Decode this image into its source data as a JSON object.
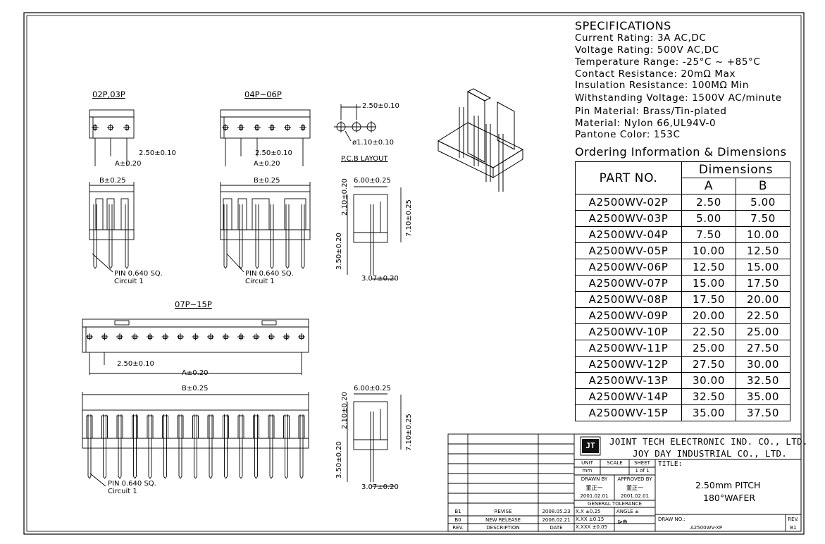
{
  "specs": {
    "title": "SPECIFICATIONS",
    "lines": [
      "Current  Rating: 3A AC,DC",
      "Voltage  Rating: 500V AC,DC",
      "Temperature Range: -25°C ~ +85°C",
      "Contact Resistance: 20mΩ Max",
      "Insulation Resistance: 100MΩ Min",
      "Withstanding Voltage: 1500V AC/minute",
      "Pin Material: Brass/Tin-plated",
      "Material: Nylon 66,UL94V-0",
      "Pantone Color: 153C"
    ]
  },
  "ordering": {
    "title": "Ordering Information & Dimensions",
    "header_part": "PART NO.",
    "header_dim": "Dimensions",
    "header_a": "A",
    "header_b": "B",
    "rows": [
      {
        "part": "A2500WV-02P",
        "a": "2.50",
        "b": "5.00"
      },
      {
        "part": "A2500WV-03P",
        "a": "5.00",
        "b": "7.50"
      },
      {
        "part": "A2500WV-04P",
        "a": "7.50",
        "b": "10.00"
      },
      {
        "part": "A2500WV-05P",
        "a": "10.00",
        "b": "12.50"
      },
      {
        "part": "A2500WV-06P",
        "a": "12.50",
        "b": "15.00"
      },
      {
        "part": "A2500WV-07P",
        "a": "15.00",
        "b": "17.50"
      },
      {
        "part": "A2500WV-08P",
        "a": "17.50",
        "b": "20.00"
      },
      {
        "part": "A2500WV-09P",
        "a": "20.00",
        "b": "22.50"
      },
      {
        "part": "A2500WV-10P",
        "a": "22.50",
        "b": "25.00"
      },
      {
        "part": "A2500WV-11P",
        "a": "25.00",
        "b": "27.50"
      },
      {
        "part": "A2500WV-12P",
        "a": "27.50",
        "b": "30.00"
      },
      {
        "part": "A2500WV-13P",
        "a": "30.00",
        "b": "32.50"
      },
      {
        "part": "A2500WV-14P",
        "a": "32.50",
        "b": "35.00"
      },
      {
        "part": "A2500WV-15P",
        "a": "35.00",
        "b": "37.50"
      }
    ]
  },
  "views": {
    "v1_title": "02P,03P",
    "v2_title": "04P~06P",
    "v3_title": "07P~15P",
    "pitch": "2.50±0.10",
    "dim_a": "A±0.20",
    "dim_b": "B±0.25",
    "pin_note_1": "PIN 0.640 SQ.",
    "pin_note_2": "Circuit 1",
    "pcb_pitch": "2.50±0.10",
    "pcb_hole": "ø1.10±0.10",
    "pcb_title": "P.C.B  LAYOUT",
    "side_width": "6.00±0.25",
    "side_h1": "2.10±0.20",
    "side_h2": "7.10±0.25",
    "side_h3": "3.50±0.20",
    "side_foot": "3.07±0.20"
  },
  "title_block": {
    "company_1": "JOINT TECH ELECTRONIC IND. CO., LTD.",
    "company_2": "JOY DAY INDUSTRIAL CO., LTD.",
    "unit_label": "UNIT",
    "scale_label": "SCALE",
    "sheet_label": "SHEET",
    "unit_value": "mm",
    "sheet_value": "1 of 1",
    "title_label": "TITLE:",
    "title_1": "2.50mm PITCH",
    "title_2": "180°WAFER",
    "drawn_by": "DRAWN BY",
    "approved_by": "APPROVED BY",
    "drawn_name": "董正一",
    "approved_name": "董正一",
    "drawn_date": "2001.02.01",
    "approved_date": "2001.02.01",
    "tolerance_label": "GENERAL TOLERANCE",
    "tol_1": "X.X ±0.25",
    "tol_2": "X.XX ±0.15",
    "tol_3": "X.XXX ±0.05",
    "angle_label": "ANGLE ±",
    "drawno_label": "DRAW NO.:",
    "drawno_value": "A2500WV-XP",
    "rev_label": "REV.",
    "rev_value": "B1",
    "rev_rows": [
      {
        "rev": "B1",
        "desc": "REVISE",
        "date": "2008.05.23"
      },
      {
        "rev": "B0",
        "desc": "NEW RELEASE",
        "date": "2006.02.21"
      }
    ],
    "col_rev": "REV.",
    "col_desc": "DESCRIPTION",
    "col_date": "DATE"
  }
}
